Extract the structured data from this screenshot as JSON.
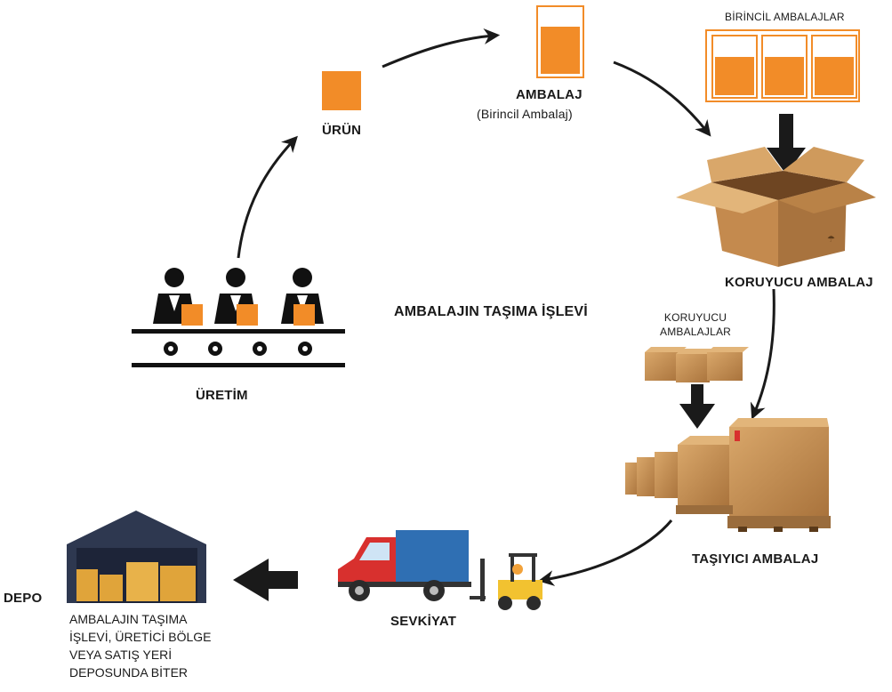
{
  "title": "AMBALAJIN TAŞIMA İŞLEVİ",
  "nodes": {
    "urun": "ÜRÜN",
    "ambalaj": "AMBALAJ",
    "ambalaj_sub": "(Birincil Ambalaj)",
    "birincil_ambalajlar": "BİRİNCİL AMBALAJLAR",
    "koruyucu_ambalaj": "KORUYUCU AMBALAJ",
    "koruyucu_ambalajlar_1": "KORUYUCU",
    "koruyucu_ambalajlar_2": "AMBALAJLAR",
    "tasiyici_ambalaj": "TAŞIYICI AMBALAJ",
    "sevkiyat": "SEVKİYAT",
    "depo": "DEPO",
    "uretim": "ÜRETİM",
    "depo_desc": [
      "AMBALAJIN TAŞIMA",
      "İŞLEVİ, ÜRETİCİ BÖLGE",
      "VEYA SATIŞ YERİ",
      "DEPOSUNDA BİTER"
    ]
  },
  "colors": {
    "orange": "#F28C28",
    "box": "#C8955A",
    "arrow": "#1a1a1a",
    "truck_red": "#D8302E",
    "truck_blue": "#2F6FB3",
    "forklift": "#F2C230",
    "warehouse": "#2E3850"
  }
}
